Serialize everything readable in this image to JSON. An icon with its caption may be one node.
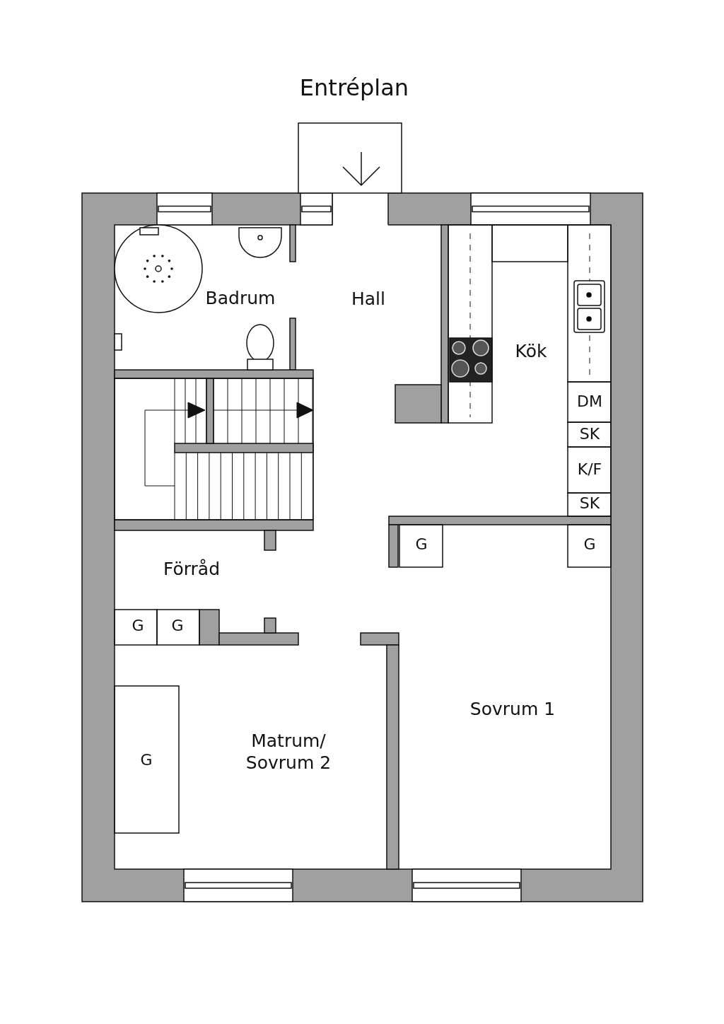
{
  "diagram": {
    "title": "Entréplan",
    "labels": [
      "Badrum",
      "Hall",
      "Kök",
      "DM",
      "SK",
      "K/F",
      "SK",
      "G",
      "G",
      "Förråd",
      "G",
      "G",
      "Sovrum 1",
      "Matrum/ Sovrum 2",
      "G"
    ]
  }
}
